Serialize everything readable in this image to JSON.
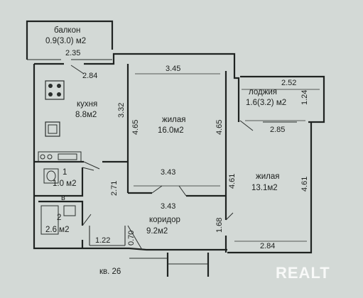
{
  "rooms": {
    "balcony": {
      "name": "балкон",
      "area": "0.9(3.0) м2",
      "dim": "2.35"
    },
    "kitchen": {
      "name": "кухня",
      "area": "8.8м2"
    },
    "living1": {
      "name": "жилая",
      "area": "16.0м2"
    },
    "loggia": {
      "name": "лоджия",
      "area": "1.6(3.2) м2"
    },
    "living2": {
      "name": "жилая",
      "area": "13.1м2"
    },
    "bath1": {
      "num": "1",
      "area": "1.0 м2"
    },
    "bath2": {
      "num": "2",
      "area": "2.6 м2"
    },
    "corridor": {
      "name": "коридор",
      "area": "9.2м2"
    }
  },
  "dimensions": {
    "d284a": "2.84",
    "d345": "3.45",
    "d252": "2.52",
    "d124": "1.24",
    "d332": "3.32",
    "d465a": "4.65",
    "d465b": "4.65",
    "d285": "2.85",
    "d343a": "3.43",
    "d343b": "3.43",
    "d461a": "4.61",
    "d461b": "4.61",
    "d271": "2.71",
    "d168": "1.68",
    "d122": "1.22",
    "d070": "0.70",
    "d284b": "2.84"
  },
  "bath_letter": "в",
  "apartment": "кв. 26",
  "watermark": "REALT"
}
